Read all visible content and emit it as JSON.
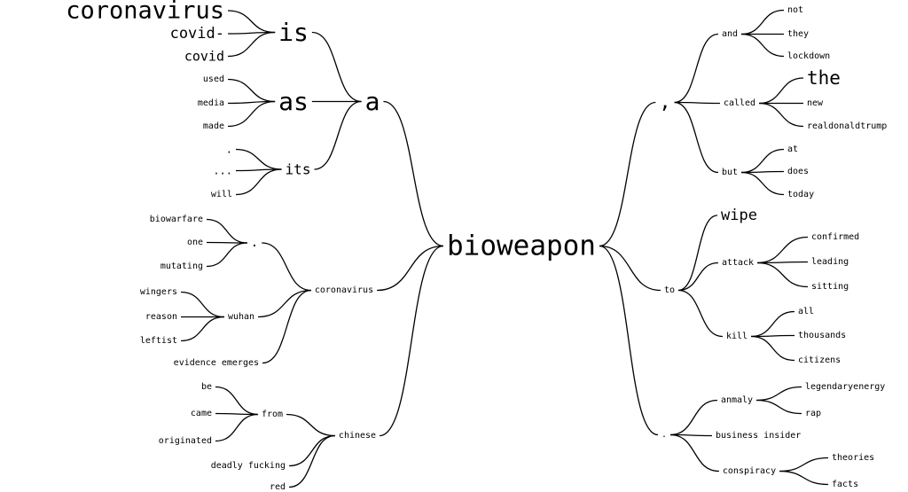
{
  "nodes": [
    {
      "id": "n_root",
      "text": "bioweapon"
    },
    {
      "id": "n_a",
      "text": "a"
    },
    {
      "id": "n_is",
      "text": "is"
    },
    {
      "id": "n_coronavirus1",
      "text": "coronavirus"
    },
    {
      "id": "n_covid_dash",
      "text": "covid-"
    },
    {
      "id": "n_covid",
      "text": "covid"
    },
    {
      "id": "n_as",
      "text": "as"
    },
    {
      "id": "n_used",
      "text": "used"
    },
    {
      "id": "n_media",
      "text": "media"
    },
    {
      "id": "n_made",
      "text": "made"
    },
    {
      "id": "n_its",
      "text": "its"
    },
    {
      "id": "n_dot1",
      "text": "."
    },
    {
      "id": "n_ellipsis",
      "text": "..."
    },
    {
      "id": "n_will",
      "text": "will"
    },
    {
      "id": "n_coronavirus2",
      "text": "coronavirus"
    },
    {
      "id": "n_dot2",
      "text": "."
    },
    {
      "id": "n_biowarfare",
      "text": "biowarfare"
    },
    {
      "id": "n_one",
      "text": "one"
    },
    {
      "id": "n_mutating",
      "text": "mutating"
    },
    {
      "id": "n_wuhan",
      "text": "wuhan"
    },
    {
      "id": "n_wingers",
      "text": "wingers"
    },
    {
      "id": "n_reason",
      "text": "reason"
    },
    {
      "id": "n_leftist",
      "text": "leftist"
    },
    {
      "id": "n_evidence",
      "text": "evidence emerges"
    },
    {
      "id": "n_chinese",
      "text": "chinese"
    },
    {
      "id": "n_from",
      "text": "from"
    },
    {
      "id": "n_be",
      "text": "be"
    },
    {
      "id": "n_came",
      "text": "came"
    },
    {
      "id": "n_originated",
      "text": "originated"
    },
    {
      "id": "n_deadly",
      "text": "deadly fucking"
    },
    {
      "id": "n_red",
      "text": "red"
    },
    {
      "id": "n_comma",
      "text": ","
    },
    {
      "id": "n_and",
      "text": "and"
    },
    {
      "id": "n_not",
      "text": "not"
    },
    {
      "id": "n_they",
      "text": "they"
    },
    {
      "id": "n_lockdown",
      "text": "lockdown"
    },
    {
      "id": "n_called",
      "text": "called"
    },
    {
      "id": "n_the",
      "text": "the"
    },
    {
      "id": "n_new",
      "text": "new"
    },
    {
      "id": "n_trump",
      "text": "realdonaldtrump"
    },
    {
      "id": "n_but",
      "text": "but"
    },
    {
      "id": "n_at",
      "text": "at"
    },
    {
      "id": "n_does",
      "text": "does"
    },
    {
      "id": "n_today",
      "text": "today"
    },
    {
      "id": "n_to",
      "text": "to"
    },
    {
      "id": "n_wipe",
      "text": "wipe"
    },
    {
      "id": "n_attack",
      "text": "attack"
    },
    {
      "id": "n_confirmed",
      "text": "confirmed"
    },
    {
      "id": "n_leading",
      "text": "leading"
    },
    {
      "id": "n_sitting",
      "text": "sitting"
    },
    {
      "id": "n_kill",
      "text": "kill"
    },
    {
      "id": "n_all",
      "text": "all"
    },
    {
      "id": "n_thousands",
      "text": "thousands"
    },
    {
      "id": "n_citizens",
      "text": "citizens"
    },
    {
      "id": "n_dot3",
      "text": "."
    },
    {
      "id": "n_anmaly",
      "text": "anmaly"
    },
    {
      "id": "n_legendary",
      "text": "legendaryenergy"
    },
    {
      "id": "n_rap",
      "text": "rap"
    },
    {
      "id": "n_business",
      "text": "business insider"
    },
    {
      "id": "n_conspiracy",
      "text": "conspiracy"
    },
    {
      "id": "n_theories",
      "text": "theories"
    },
    {
      "id": "n_facts",
      "text": "facts"
    }
  ],
  "edges": [
    [
      "n_root",
      "n_a"
    ],
    [
      "n_a",
      "n_is"
    ],
    [
      "n_is",
      "n_coronavirus1"
    ],
    [
      "n_is",
      "n_covid_dash"
    ],
    [
      "n_is",
      "n_covid"
    ],
    [
      "n_a",
      "n_as"
    ],
    [
      "n_as",
      "n_used"
    ],
    [
      "n_as",
      "n_media"
    ],
    [
      "n_as",
      "n_made"
    ],
    [
      "n_a",
      "n_its"
    ],
    [
      "n_its",
      "n_dot1"
    ],
    [
      "n_its",
      "n_ellipsis"
    ],
    [
      "n_its",
      "n_will"
    ],
    [
      "n_root",
      "n_coronavirus2"
    ],
    [
      "n_coronavirus2",
      "n_dot2"
    ],
    [
      "n_dot2",
      "n_biowarfare"
    ],
    [
      "n_dot2",
      "n_one"
    ],
    [
      "n_dot2",
      "n_mutating"
    ],
    [
      "n_coronavirus2",
      "n_wuhan"
    ],
    [
      "n_wuhan",
      "n_wingers"
    ],
    [
      "n_wuhan",
      "n_reason"
    ],
    [
      "n_wuhan",
      "n_leftist"
    ],
    [
      "n_coronavirus2",
      "n_evidence"
    ],
    [
      "n_root",
      "n_chinese"
    ],
    [
      "n_chinese",
      "n_from"
    ],
    [
      "n_from",
      "n_be"
    ],
    [
      "n_from",
      "n_came"
    ],
    [
      "n_from",
      "n_originated"
    ],
    [
      "n_chinese",
      "n_deadly"
    ],
    [
      "n_chinese",
      "n_red"
    ],
    [
      "n_root",
      "n_comma"
    ],
    [
      "n_comma",
      "n_and"
    ],
    [
      "n_and",
      "n_not"
    ],
    [
      "n_and",
      "n_they"
    ],
    [
      "n_and",
      "n_lockdown"
    ],
    [
      "n_comma",
      "n_called"
    ],
    [
      "n_called",
      "n_the"
    ],
    [
      "n_called",
      "n_new"
    ],
    [
      "n_called",
      "n_trump"
    ],
    [
      "n_comma",
      "n_but"
    ],
    [
      "n_but",
      "n_at"
    ],
    [
      "n_but",
      "n_does"
    ],
    [
      "n_but",
      "n_today"
    ],
    [
      "n_root",
      "n_to"
    ],
    [
      "n_to",
      "n_wipe"
    ],
    [
      "n_to",
      "n_attack"
    ],
    [
      "n_attack",
      "n_confirmed"
    ],
    [
      "n_attack",
      "n_leading"
    ],
    [
      "n_attack",
      "n_sitting"
    ],
    [
      "n_to",
      "n_kill"
    ],
    [
      "n_kill",
      "n_all"
    ],
    [
      "n_kill",
      "n_thousands"
    ],
    [
      "n_kill",
      "n_citizens"
    ],
    [
      "n_root",
      "n_dot3"
    ],
    [
      "n_dot3",
      "n_anmaly"
    ],
    [
      "n_anmaly",
      "n_legendary"
    ],
    [
      "n_anmaly",
      "n_rap"
    ],
    [
      "n_dot3",
      "n_business"
    ],
    [
      "n_dot3",
      "n_conspiracy"
    ],
    [
      "n_conspiracy",
      "n_theories"
    ],
    [
      "n_conspiracy",
      "n_facts"
    ]
  ]
}
